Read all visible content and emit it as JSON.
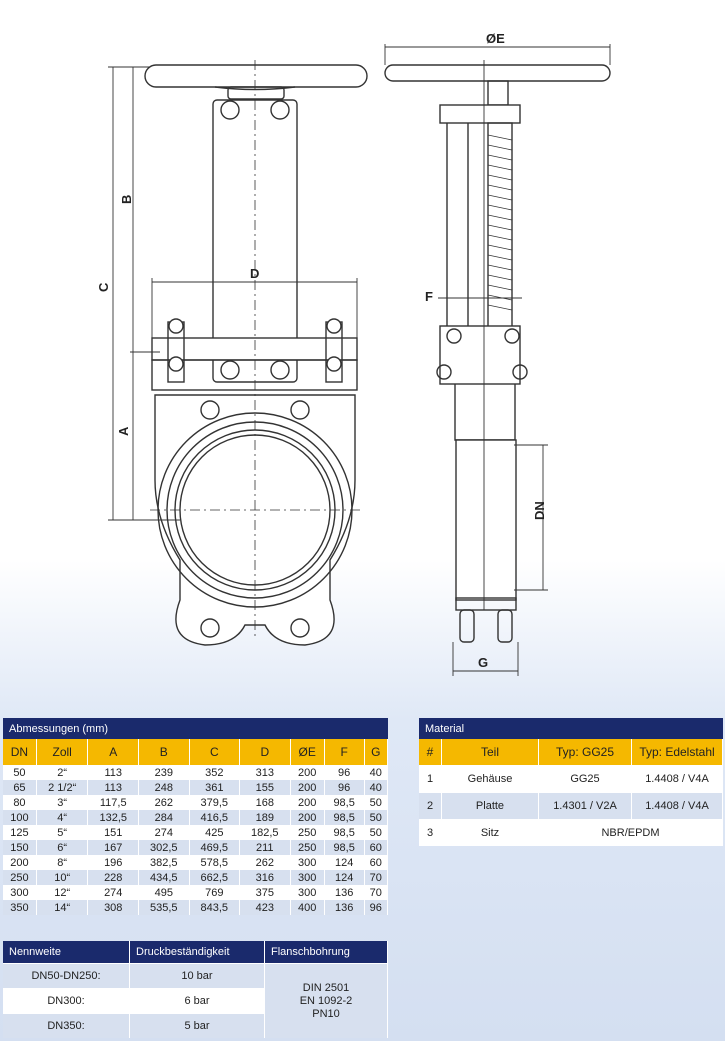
{
  "drawing": {
    "labels": {
      "A": "A",
      "B": "B",
      "C": "C",
      "D": "D",
      "E": "ØE",
      "F": "F",
      "G": "G",
      "DN": "DN"
    }
  },
  "dimensions": {
    "title": "Abmessungen (mm)",
    "headers": [
      "DN",
      "Zoll",
      "A",
      "B",
      "C",
      "D",
      "ØE",
      "F",
      "G"
    ],
    "rows": [
      [
        "50",
        "2“",
        "113",
        "239",
        "352",
        "313",
        "200",
        "96",
        "40"
      ],
      [
        "65",
        "2 1/2“",
        "113",
        "248",
        "361",
        "155",
        "200",
        "96",
        "40"
      ],
      [
        "80",
        "3“",
        "117,5",
        "262",
        "379,5",
        "168",
        "200",
        "98,5",
        "50"
      ],
      [
        "100",
        "4“",
        "132,5",
        "284",
        "416,5",
        "189",
        "200",
        "98,5",
        "50"
      ],
      [
        "125",
        "5“",
        "151",
        "274",
        "425",
        "182,5",
        "250",
        "98,5",
        "50"
      ],
      [
        "150",
        "6“",
        "167",
        "302,5",
        "469,5",
        "211",
        "250",
        "98,5",
        "60"
      ],
      [
        "200",
        "8“",
        "196",
        "382,5",
        "578,5",
        "262",
        "300",
        "124",
        "60"
      ],
      [
        "250",
        "10“",
        "228",
        "434,5",
        "662,5",
        "316",
        "300",
        "124",
        "70"
      ],
      [
        "300",
        "12“",
        "274",
        "495",
        "769",
        "375",
        "300",
        "136",
        "70"
      ],
      [
        "350",
        "14“",
        "308",
        "535,5",
        "843,5",
        "423",
        "400",
        "136",
        "96"
      ]
    ]
  },
  "material": {
    "title": "Material",
    "headers": [
      "#",
      "Teil",
      "Typ: GG25",
      "Typ: Edelstahl"
    ],
    "rows": [
      {
        "n": "1",
        "part": "Gehäuse",
        "gg25": "GG25",
        "steel": "1.4408 / V4A"
      },
      {
        "n": "2",
        "part": "Platte",
        "gg25": "1.4301 / V2A",
        "steel": "1.4408 / V4A"
      },
      {
        "n": "3",
        "part": "Sitz",
        "both": "NBR/EPDM"
      }
    ]
  },
  "pressure": {
    "headers": [
      "Nennweite",
      "Druckbeständigkeit",
      "Flanschbohrung"
    ],
    "rows": [
      {
        "nw": "DN50-DN250:",
        "bar": "10 bar"
      },
      {
        "nw": "DN300:",
        "bar": "6 bar"
      },
      {
        "nw": "DN350:",
        "bar": "5 bar"
      }
    ],
    "flange": [
      "DIN 2501",
      "EN 1092-2",
      "PN10"
    ]
  },
  "colors": {
    "navy": "#1a2a6c",
    "accent": "#f5b800",
    "row_alt": "#d7e0ef"
  }
}
